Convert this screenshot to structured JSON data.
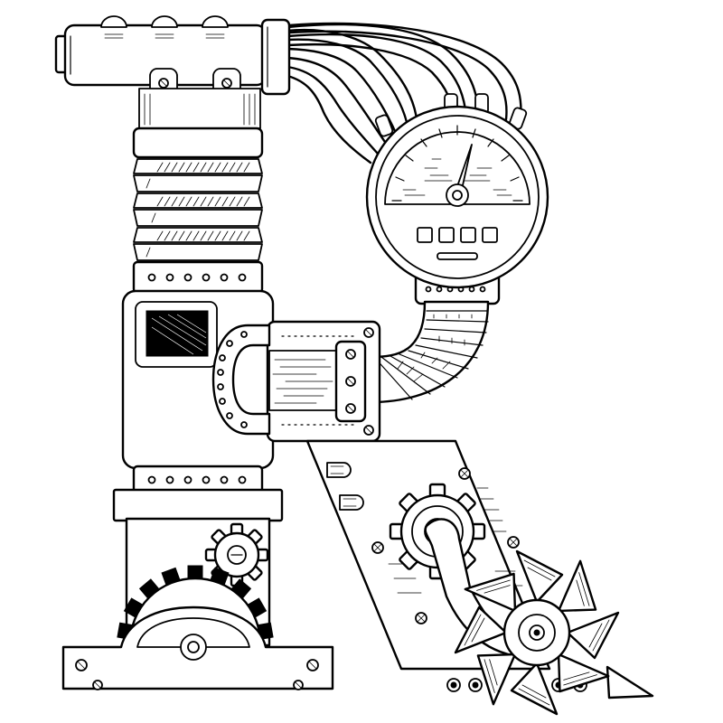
{
  "image": {
    "subject": "steampunk-mechanical-letter",
    "style": "black-and-white line art",
    "colors": {
      "line": "#000000",
      "background": "#ffffff"
    }
  },
  "parts": {
    "top_cylinder": "cylinder-handle",
    "bellows": "ribbed-bellows",
    "gauge": "round-dial-gauge",
    "screen": "window-screen",
    "horseshoe_clamp": "riveted-clamp",
    "flex_hose": "corrugated-hose",
    "large_gear": "drive-gear",
    "small_gear": "cog-gear",
    "spinning_cutter": "blade-wheel",
    "wires": "cable-bundle"
  }
}
